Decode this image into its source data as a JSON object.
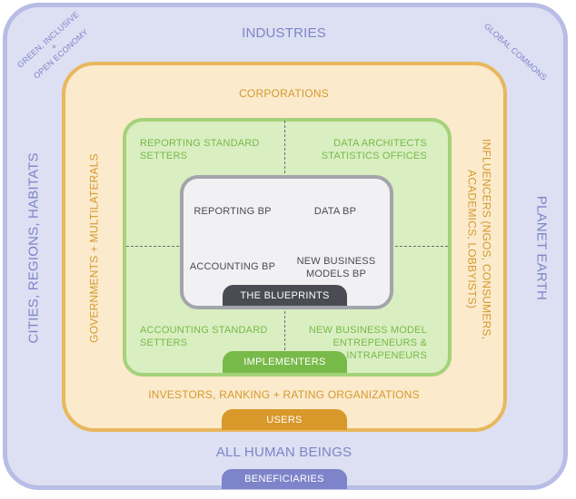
{
  "outer": {
    "top_label": "INDUSTRIES",
    "bottom_label": "ALL HUMAN BEINGS",
    "left_label": "CITIES, REGIONS, HABITATS",
    "right_label": "PLANET EARTH",
    "corner_top_left": [
      "GREEN, INCLUSIVE",
      "+",
      "OPEN ECONOMY"
    ],
    "corner_top_right": "GLOBAL COMMONS",
    "pill_label": "BENEFICIARIES"
  },
  "middle": {
    "top_label": "CORPORATIONS",
    "bottom_label": "INVESTORS, RANKING + RATING ORGANIZATIONS",
    "left_label": "GOVERNMENTS + MULTILATERALS",
    "right_label": [
      "INFLUENCERS (NGOs, CONSUMERS,",
      "ACADEMICS, LOBBYISTS)"
    ],
    "pill_label": "USERS"
  },
  "inner": {
    "top_left": [
      "REPORTING STANDARD",
      "SETTERS"
    ],
    "top_right": [
      "DATA ARCHITECTS",
      "STATISTICS OFFICES"
    ],
    "bottom_left": [
      "ACCOUNTING STANDARD",
      "SETTERS"
    ],
    "bottom_right": [
      "NEW BUSINESS MODEL",
      "ENTREPENEURS &",
      "INTRAPENEURS"
    ],
    "pill_label": "IMPLEMENTERS"
  },
  "core": {
    "top_left": "REPORTING BP",
    "top_right": "DATA BP",
    "bottom_left": "ACCOUNTING BP",
    "bottom_right": [
      "NEW BUSINESS",
      "MODELS BP"
    ],
    "pill_label": "THE BLUEPRINTS"
  },
  "colors": {
    "outer_fill": "#dde0f2",
    "outer_border": "#b8bde6",
    "outer_pill": "#7d84c9",
    "middle_fill": "#fbeacc",
    "middle_border": "#e8b75e",
    "middle_pill": "#d9982a",
    "inner_fill": "#d9eec1",
    "inner_border": "#a4d27a",
    "inner_pill": "#78ba4a",
    "core_fill": "#f1f1f3",
    "core_border": "#a3a4ab",
    "core_pill": "#4a4b53"
  }
}
